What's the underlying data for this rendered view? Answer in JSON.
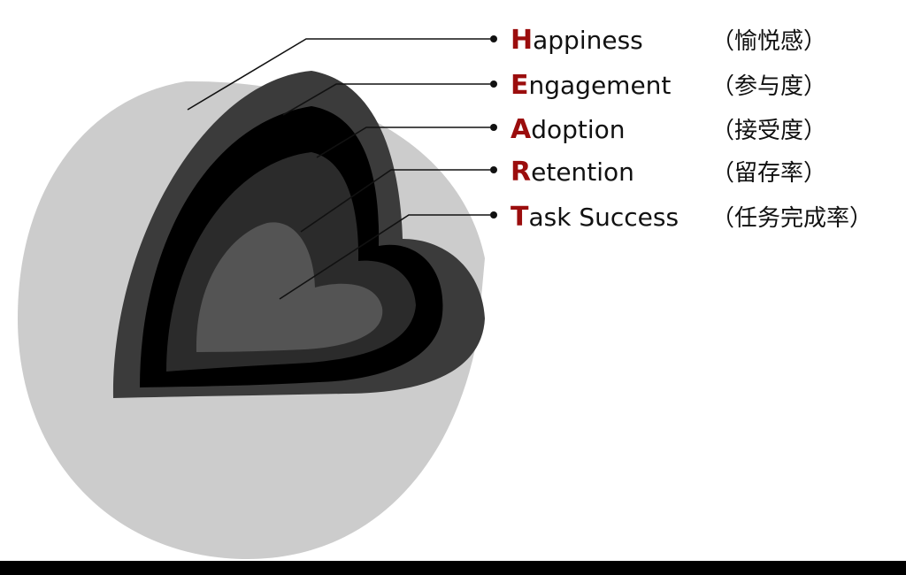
{
  "colors": {
    "sphere": "#cccccc",
    "outer_layer": "#3b3b3b",
    "black_layer": "#000000",
    "middle_layer": "#2b2b2b",
    "core": "#545454",
    "accent": "#9b0d0d",
    "text": "#111111",
    "leader": "#111111",
    "bottom_bar": "#000000"
  },
  "layers": [
    {
      "initial": "H",
      "rest": "appiness",
      "cn": "（愉悦感）"
    },
    {
      "initial": "E",
      "rest": "ngagement",
      "cn": "（参与度）"
    },
    {
      "initial": "A",
      "rest": "doption",
      "cn": "（接受度）"
    },
    {
      "initial": "R",
      "rest": "etention",
      "cn": "（留存率）"
    },
    {
      "initial": "T",
      "rest": "ask Success",
      "cn": "（任务完成率）"
    }
  ]
}
